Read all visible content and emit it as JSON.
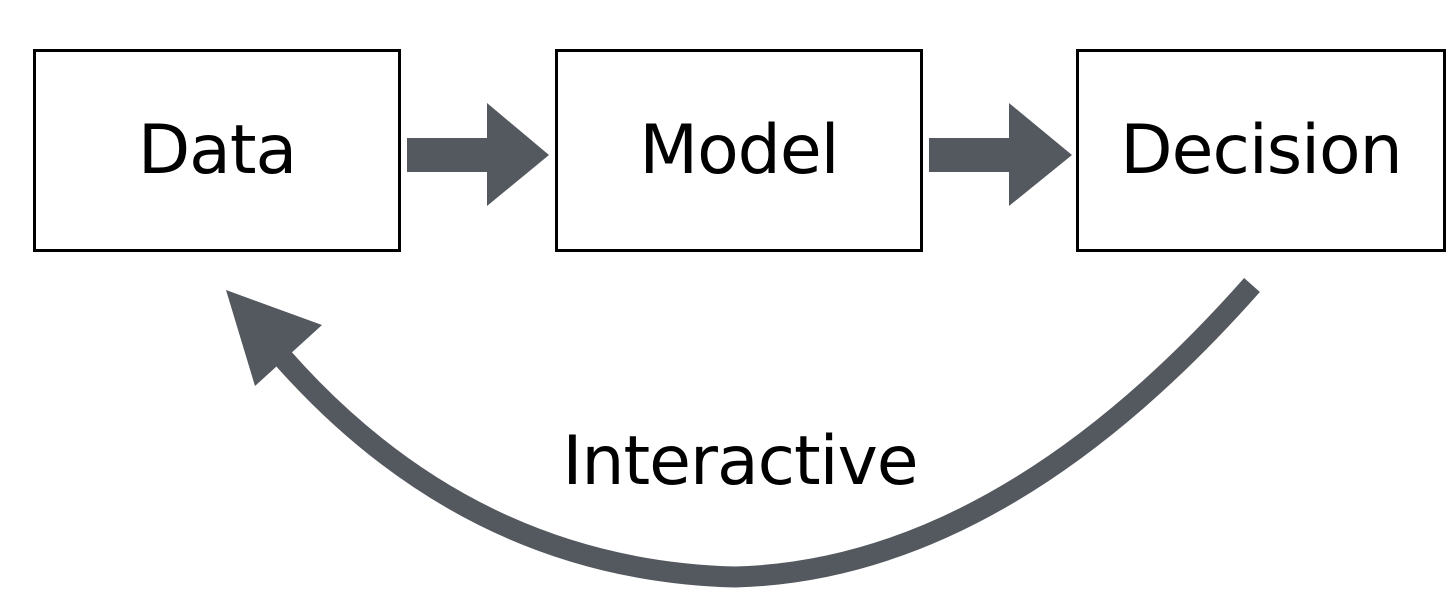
{
  "diagram": {
    "nodes": [
      {
        "id": "data",
        "label": "Data"
      },
      {
        "id": "model",
        "label": "Model"
      },
      {
        "id": "decision",
        "label": "Decision"
      }
    ],
    "edges": [
      {
        "from": "data",
        "to": "model",
        "label": ""
      },
      {
        "from": "model",
        "to": "decision",
        "label": ""
      },
      {
        "from": "decision",
        "to": "data",
        "label": "Interactive"
      }
    ],
    "colors": {
      "arrow": "#54585f",
      "box_border": "#000000",
      "text": "#000000"
    }
  }
}
